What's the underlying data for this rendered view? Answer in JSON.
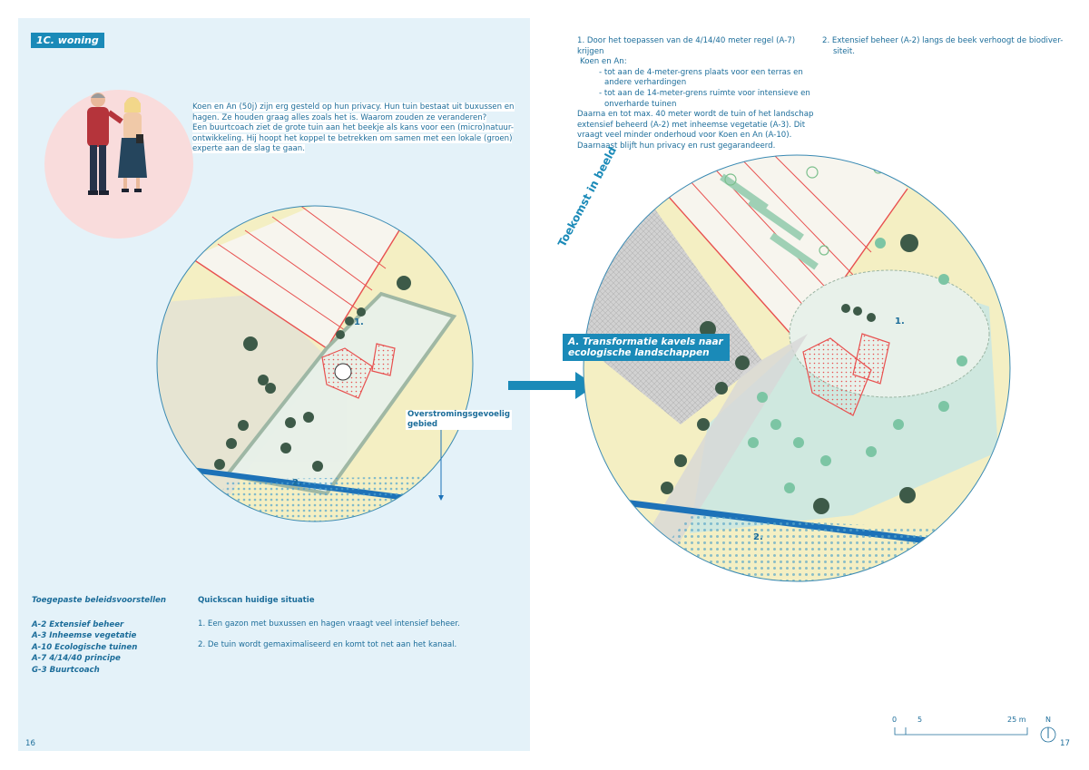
{
  "left": {
    "section_tag": "1C. woning",
    "intro_lines": [
      "Koen en An (50j) zijn erg gesteld op hun privacy. Hun tuin bestaat uit buxussen en",
      "hagen. Ze houden graag alles zoals het is. Waarom zouden ze veranderen?",
      "Een buurtcoach ziet de grote tuin aan het beekje als kans voor een (micro)natuur-",
      "ontwikkeling. Hij hoopt het koppel te betrekken om samen met een lokale (groen)",
      "experte aan de slag te gaan."
    ],
    "map_label_1": "1.",
    "map_label_2": "2.",
    "flood_label_line1": "Overstromingsgevoelig",
    "flood_label_line2": "gebied",
    "policy_title": "Toegepaste beleidsvoorstellen",
    "policies": [
      "A-2 Extensief beheer",
      "A-3 Inheemse vegetatie",
      "A-10 Ecologische tuinen",
      "A-7 4/14/40 principe",
      "G-3 Buurtcoach"
    ],
    "quickscan_title": "Quickscan huidige situatie",
    "quickscan_items": [
      "1. Een gazon met buxussen en hagen vraagt veel intensief beheer.",
      "2. De tuin wordt gemaximaliseerd en komt tot net aan het kanaal."
    ],
    "page_number": "16"
  },
  "right": {
    "col1_lines": [
      "1. Door het toepassen van de 4/14/40 meter regel (A-7) krijgen",
      "Koen en An:",
      "- tot aan de 4-meter-grens plaats voor een terras en",
      "andere verhardingen",
      "- tot aan de 14-meter-grens ruimte voor intensieve en",
      "onverharde tuinen",
      "Daarna en tot max. 40 meter wordt de tuin of het landschap",
      "extensief beheerd (A-2) met inheemse vegetatie (A-3). Dit",
      "vraagt veel minder onderhoud voor Koen en An (A-10).",
      "Daarnaast blijft hun privacy en rust gegarandeerd."
    ],
    "col2_lines": [
      "2. Extensief beheer (A-2) langs de beek verhoogt de biodiver-",
      "siteit."
    ],
    "future_label": "Toekomst in beeld",
    "banner_line1": "A. Transformatie kavels naar",
    "banner_line2": "ecologische landschappen",
    "map_label_1": "1.",
    "map_label_2": "2.",
    "scale": {
      "t0": "0",
      "t5": "5",
      "t25": "25 m"
    },
    "north": "N",
    "page_number": "17"
  },
  "colors": {
    "accent_blue": "#1a8ab8",
    "text_blue": "#1c6d9a",
    "page_bg": "#e4f2f9",
    "circle_pink": "#f9dcdc",
    "field_yellow": "#f4efc3",
    "grass_green": "#cfe8df",
    "roof_red": "#e8504f",
    "tree_dark": "#3d5a48"
  }
}
